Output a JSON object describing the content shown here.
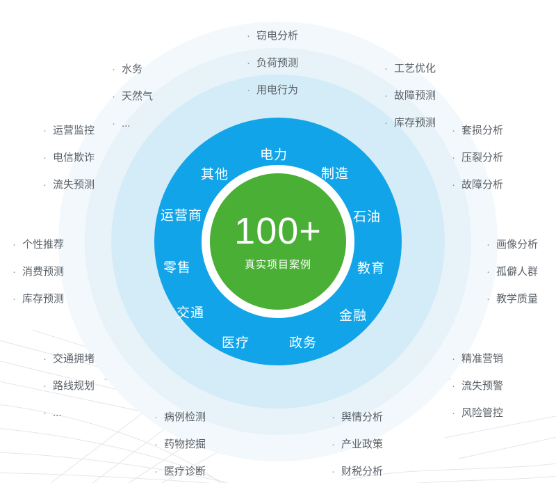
{
  "theme": {
    "blue": "#11a4e8",
    "green": "#4aaf35",
    "ring1": "#d4ecf7",
    "ring2": "#e7f3f9",
    "ring3": "#f2f8fb",
    "text": "#585f66",
    "bullet_glyph": "·"
  },
  "core": {
    "number": "100+",
    "caption": "真实项目案例"
  },
  "sectors": [
    {
      "id": "power",
      "label": "电力"
    },
    {
      "id": "other",
      "label": "其他"
    },
    {
      "id": "manufact",
      "label": "制造"
    },
    {
      "id": "telecom",
      "label": "运营商"
    },
    {
      "id": "oil",
      "label": "石油"
    },
    {
      "id": "retail",
      "label": "零售"
    },
    {
      "id": "education",
      "label": "教育"
    },
    {
      "id": "transport",
      "label": "交通"
    },
    {
      "id": "finance",
      "label": "金融"
    },
    {
      "id": "medical",
      "label": "医疗"
    },
    {
      "id": "government",
      "label": "政务"
    }
  ],
  "groups": {
    "power": {
      "items": [
        "窃电分析",
        "负荷预测",
        "用电行为"
      ]
    },
    "other": {
      "items": [
        "水务",
        "天然气",
        "..."
      ]
    },
    "manufact": {
      "items": [
        "工艺优化",
        "故障预测",
        "库存预测"
      ]
    },
    "telecom": {
      "items": [
        "运营监控",
        "电信欺诈",
        "流失预测"
      ]
    },
    "oil": {
      "items": [
        "套损分析",
        "压裂分析",
        "故障分析"
      ]
    },
    "retail": {
      "items": [
        "个性推荐",
        "消费预测",
        "库存预测"
      ]
    },
    "education": {
      "items": [
        "画像分析",
        "孤僻人群",
        "教学质量"
      ]
    },
    "transport": {
      "items": [
        "交通拥堵",
        "路线规划",
        "..."
      ]
    },
    "finance": {
      "items": [
        "精准营销",
        "流失预警",
        "风险管控"
      ]
    },
    "medical": {
      "items": [
        "病例检测",
        "药物挖掘",
        "医疗诊断"
      ]
    },
    "government": {
      "items": [
        "舆情分析",
        "产业政策",
        "财税分析"
      ]
    }
  }
}
